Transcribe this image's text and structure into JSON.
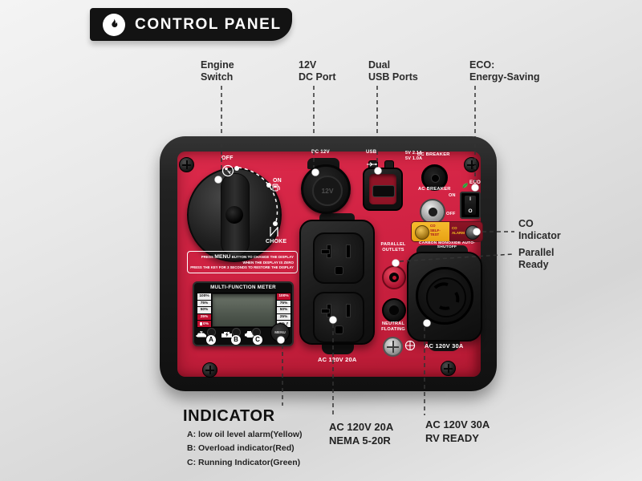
{
  "banner": {
    "title": "CONTROL PANEL",
    "icon": "flame-icon"
  },
  "callouts": {
    "engine_switch": "Engine\nSwitch",
    "dc_port": "12V\nDC Port",
    "usb": "Dual\nUSB Ports",
    "eco": "ECO:\nEnergy-Saving",
    "co_indicator": "CO\nIndicator",
    "parallel_ready": "Parallel\nReady",
    "indicator_title": "INDICATOR",
    "indicator_items": [
      "A:  low oil level alarm(Yellow)",
      "B:  Overload indicator(Red)",
      "C:  Running Indicator(Green)"
    ],
    "outlet20": "AC 120V 20A\nNEMA 5-20R",
    "outlet30": "AC 120V 30A\nRV READY"
  },
  "panel": {
    "engine_switch": {
      "off": "OFF",
      "on": "ON",
      "choke": "CHOKE"
    },
    "note": {
      "press": "PRESS ",
      "menu": "MENU",
      "rest": " BUTTON TO CHANGE THE DISPLAY",
      "line2": "WHEN THE DISPLAY IS ZERO",
      "line3": "PRESS THE KEY FOR 3 SECONDS TO RESTORE THE DISPLAY"
    },
    "meter": {
      "title": "MULTI-FUNCTION METER",
      "left_scale": [
        "100%",
        "75%",
        "50%",
        "25%",
        "0%"
      ],
      "right_scale": [
        "100%",
        "75%",
        "50%",
        "25%",
        "0%"
      ],
      "letters": [
        "A",
        "B",
        "C"
      ],
      "menu_button": "MENU"
    },
    "ports": {
      "dc12v": "DC 12V",
      "socket_marking": "12V",
      "usb": "USB",
      "usb_spec": "5V 2.1A\n5V 1.0A",
      "dc_breaker": "DC BREAKER",
      "ac_breaker": "AC BREAKER",
      "on": "ON",
      "off": "OFF",
      "eco": "ECO",
      "rocker_on": "I",
      "rocker_off": "O"
    },
    "co": {
      "self_test": "CO\nSELF-\nTEST",
      "alarm": "CO\nALARM",
      "shutoff": "CARBON MONOXIDE AUTO-SHUTOFF"
    },
    "outlets": {
      "parallel": "PARALLEL\nOUTLETS",
      "neutral": "NEUTRAL\nFLOATING",
      "ac20": "AC 120V 20A",
      "ac30": "AC 120V 30A"
    }
  },
  "icons": {
    "banner": "flame-icon",
    "usb": "usb-trident-icon",
    "eco": "leaf-icon",
    "engine_off": "key-icon",
    "engine_on": "fuel-pump-icon",
    "engine_choke": "choke-valve-icon",
    "meter_a": "oil-can-icon",
    "meter_b": "overload-icon",
    "meter_c": "engine-icon",
    "scale_left": "fuel-pump-icon",
    "scale_right": "lightning-icon",
    "neutral": "ground-icon"
  },
  "colors": {
    "panel_red": "#cf2242",
    "frame_black": "#191919",
    "banner_black": "#131313",
    "co_yellow": "#f0ad1c",
    "co_maroon": "#801222",
    "eco_green": "#3db54a",
    "alert_red": "#c01030"
  }
}
